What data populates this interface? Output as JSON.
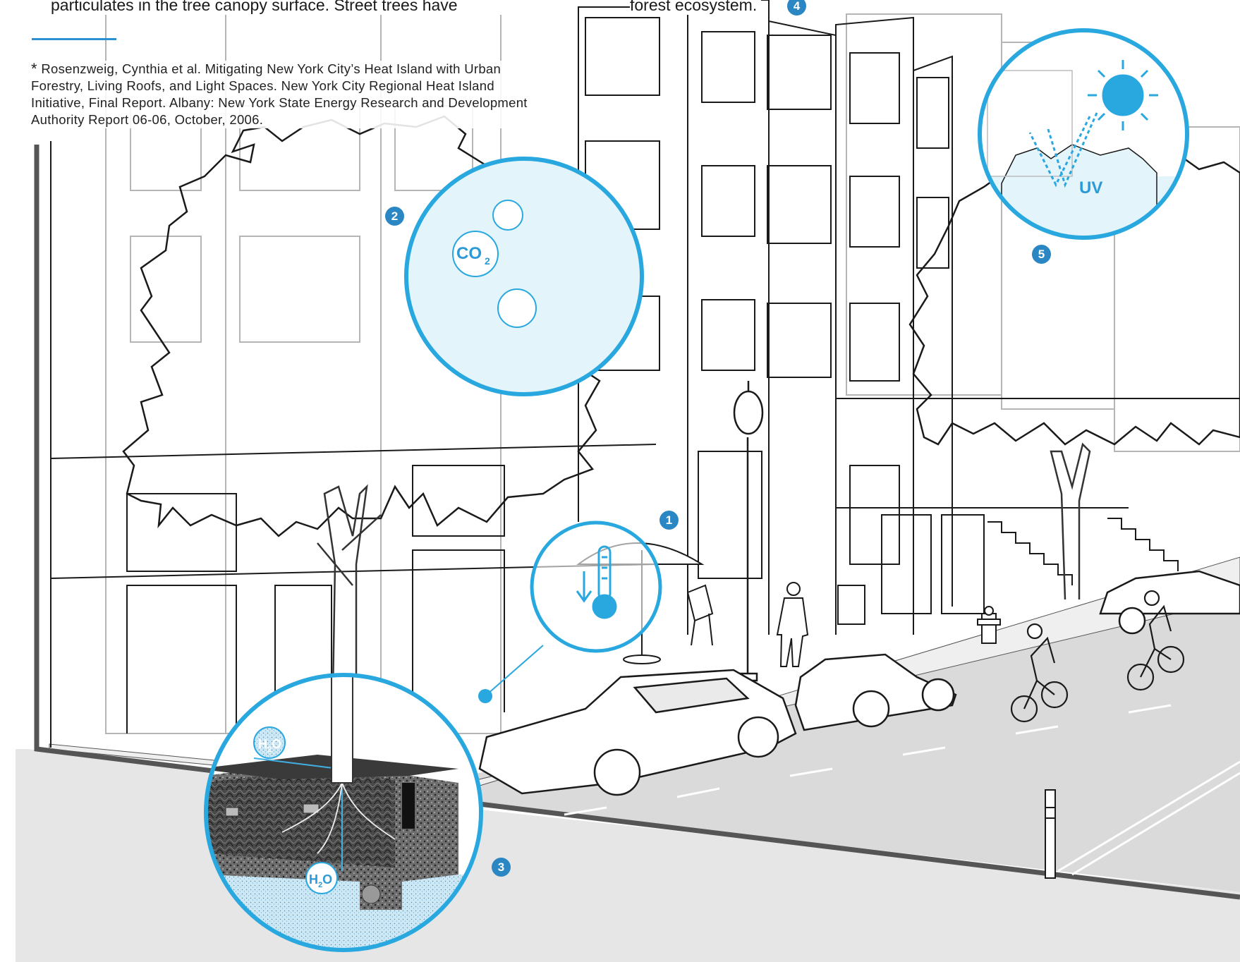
{
  "text": {
    "top_left": "particulates in the tree canopy surface. Street trees have",
    "top_mid": "forest ecosystem.",
    "citation_marker": "*",
    "citation": "Rosenzweig, Cynthia et al. Mitigating New York City’s Heat Island with Urban Forestry, Living Roofs, and Light Spaces. New York City Regional Heat Island Initiative, Final Report. Albany: New York State Energy Research and Development Authority Report 06-06, October, 2006."
  },
  "badges": [
    "1",
    "2",
    "3",
    "4",
    "5"
  ],
  "labels": {
    "co2_main": "CO",
    "co2_sub": "2",
    "uv": "UV",
    "h2o_top_main": "H",
    "h2o_top_sub": "2",
    "h2o_top_end": "O",
    "h2o_bottom_main": "H",
    "h2o_bottom_sub": "2",
    "h2o_bottom_end": "O"
  },
  "colors": {
    "accent_blue": "#29a8e0",
    "bubble_fill": "#e3f4fb",
    "badge_blue": "#2a87c4",
    "line_dark": "#1a1a1a",
    "building_gray": "#b5b5b5",
    "road_gray": "#e6e6e6",
    "water_blue": "#cfe9f5"
  },
  "icons": [
    "thermometer-icon",
    "sun-icon",
    "umbrella-icon",
    "cyclist-icon",
    "car-icon",
    "street-lamp-icon",
    "fire-hydrant-icon"
  ]
}
